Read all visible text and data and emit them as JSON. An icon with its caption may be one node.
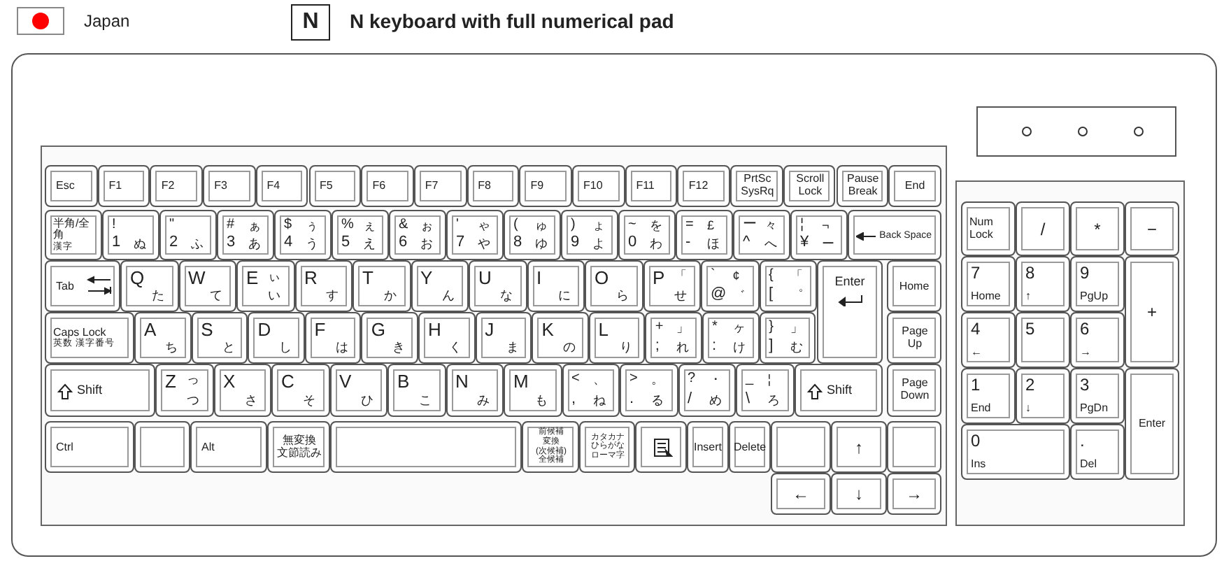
{
  "diagram": {
    "nodes": [
      {
        "text": [
          "N"
        ]
      },
      {
        "text": [],
        "shape": "box"
      },
      {
        "text": [
          "Esc"
        ],
        "in": 1
      },
      {
        "text": [
          "F1"
        ],
        "in": 1
      },
      {
        "text": [
          "F2"
        ],
        "in": 1
      },
      {
        "text": [
          "F3"
        ],
        "in": 1
      },
      {
        "text": [
          "F4"
        ],
        "in": 1
      },
      {
        "text": [
          "F5"
        ],
        "in": 1
      },
      {
        "text": [
          "F6"
        ],
        "in": 1
      },
      {
        "text": [
          "F7"
        ],
        "in": 1
      },
      {
        "text": [
          "F8"
        ],
        "in": 1
      },
      {
        "text": [
          "F9"
        ],
        "in": 1
      },
      {
        "text": [
          "F10"
        ],
        "in": 1
      },
      {
        "text": [
          "F11"
        ],
        "in": 1
      },
      {
        "text": [
          "F12"
        ],
        "in": 1
      },
      {
        "text": [
          "PrtSc",
          "SysRq"
        ],
        "in": 1
      },
      {
        "text": [
          "Scroll Lock"
        ],
        "in": 1
      },
      {
        "text": [
          "Pause",
          "Break"
        ],
        "in": 1
      },
      {
        "text": [
          "End"
        ],
        "in": 1
      },
      {
        "text": [
          "半角/全角",
          "漢字"
        ],
        "in": 1
      },
      {
        "text": [
          "!",
          "1",
          "ぬ"
        ],
        "in": 1
      },
      {
        "text": [
          "\"",
          "2",
          "ふ"
        ],
        "in": 1
      },
      {
        "text": [
          "#",
          "ぁ",
          "3",
          "あ"
        ],
        "in": 1
      },
      {
        "text": [
          "$",
          "ぅ",
          "4",
          "う"
        ],
        "in": 1
      },
      {
        "text": [
          "%",
          "ぇ",
          "5",
          "え"
        ],
        "in": 1
      },
      {
        "text": [
          "&",
          "ぉ",
          "6",
          "お"
        ],
        "in": 1
      },
      {
        "text": [
          "'",
          "ゃ",
          "7",
          "や"
        ],
        "in": 1
      },
      {
        "text": [
          "(",
          "ゅ",
          "8",
          "ゆ"
        ],
        "in": 1
      },
      {
        "text": [
          ")",
          "ょ",
          "9",
          "よ"
        ],
        "in": 1
      },
      {
        "text": [
          "~",
          "を",
          "0",
          "わ"
        ],
        "in": 1
      },
      {
        "text": [
          "=",
          "£",
          "-",
          "ほ"
        ],
        "in": 1
      },
      {
        "text": [
          "ー",
          "々",
          "^",
          "へ"
        ],
        "in": 1
      },
      {
        "text": [
          "¦",
          "¬",
          "¥",
          "ー"
        ],
        "in": 1
      },
      {
        "text": [
          "Back Space"
        ],
        "in": 1
      },
      {
        "text": [
          "Tab"
        ],
        "in": 1
      },
      {
        "text": [
          "Q",
          "た"
        ],
        "in": 1
      },
      {
        "text": [
          "W",
          "て"
        ],
        "in": 1
      },
      {
        "text": [
          "E",
          "ぃ",
          "い"
        ],
        "in": 1
      },
      {
        "text": [
          "R",
          "す"
        ],
        "in": 1
      },
      {
        "text": [
          "T",
          "か"
        ],
        "in": 1
      },
      {
        "text": [
          "Y",
          "ん"
        ],
        "in": 1
      },
      {
        "text": [
          "U",
          "な"
        ],
        "in": 1
      },
      {
        "text": [
          "I",
          "に"
        ],
        "in": 1
      },
      {
        "text": [
          "O",
          "ら"
        ],
        "in": 1
      },
      {
        "text": [
          "P",
          "「",
          "せ"
        ],
        "in": 1
      },
      {
        "text": [
          "`",
          "¢",
          "@",
          "゛"
        ],
        "in": 1
      },
      {
        "text": [
          "{",
          "「",
          "[",
          "゜"
        ],
        "in": 1
      },
      {
        "text": [
          "Enter"
        ],
        "in": 1
      },
      {
        "text": [
          "Home"
        ],
        "in": 1
      },
      {
        "text": [
          "Caps Lock",
          "英数 漢字番号"
        ],
        "in": 1
      },
      {
        "text": [
          "A",
          "ち"
        ],
        "in": 1
      },
      {
        "text": [
          "S",
          "と"
        ],
        "in": 1
      },
      {
        "text": [
          "D",
          "し"
        ],
        "in": 1
      },
      {
        "text": [
          "F",
          "は"
        ],
        "in": 1
      },
      {
        "text": [
          "G",
          "き"
        ],
        "in": 1
      },
      {
        "text": [
          "H",
          "く"
        ],
        "in": 1
      },
      {
        "text": [
          "J",
          "ま"
        ],
        "in": 1
      },
      {
        "text": [
          "K",
          "の"
        ],
        "in": 1
      },
      {
        "text": [
          "L",
          "り"
        ],
        "in": 1
      },
      {
        "text": [
          "+",
          "」",
          ";",
          "れ"
        ],
        "in": 1
      },
      {
        "text": [
          "*",
          "ヶ",
          ":",
          "け"
        ],
        "in": 1
      },
      {
        "text": [
          "}",
          "」",
          "]",
          "む"
        ],
        "in": 1
      },
      {
        "text": [
          "Page Up"
        ],
        "in": 1
      },
      {
        "text": [
          "Shift"
        ],
        "in": 1
      },
      {
        "text": [
          "Z",
          "っ",
          "つ"
        ],
        "in": 1
      },
      {
        "text": [
          "X",
          "さ"
        ],
        "in": 1
      },
      {
        "text": [
          "C",
          "そ"
        ],
        "in": 1
      },
      {
        "text": [
          "V",
          "ひ"
        ],
        "in": 1
      },
      {
        "text": [
          "B",
          "こ"
        ],
        "in": 1
      },
      {
        "text": [
          "N",
          "み"
        ],
        "in": 1
      },
      {
        "text": [
          "M",
          "も"
        ],
        "in": 1
      },
      {
        "text": [
          "<",
          "、",
          ",",
          "ね"
        ],
        "in": 1
      },
      {
        "text": [
          ">",
          "。",
          ".",
          "る"
        ],
        "in": 1
      },
      {
        "text": [
          "?",
          "・",
          "/",
          "め"
        ],
        "in": 1
      },
      {
        "text": [
          "_",
          "¦",
          "\\",
          "ろ"
        ],
        "in": 1
      },
      {
        "text": [
          "Shift"
        ],
        "in": 1
      },
      {
        "text": [
          "Page Down"
        ],
        "in": 1
      },
      {
        "text": [
          "Ctrl"
        ],
        "in": 1
      },
      {
        "text": [],
        "shape": "box",
        "in": 1
      },
      {
        "text": [
          "Alt"
        ],
        "in": 1
      },
      {
        "text": [
          "無変換",
          "文節読み"
        ],
        "in": 1
      },
      {
        "text": [],
        "shape": "box",
        "in": 1
      },
      {
        "text": [
          "前候補",
          "変換",
          "(次候補)",
          "全候補"
        ],
        "in": 1
      },
      {
        "text": [
          "カタカナ",
          "ひらがな",
          "ローマ字"
        ],
        "in": 1
      },
      {
        "text": [],
        "shape": "box",
        "in": 1
      },
      {
        "text": [
          "Insert"
        ],
        "in": 1
      },
      {
        "text": [
          "Delete"
        ],
        "in": 1
      },
      {
        "text": [],
        "shape": "box",
        "in": 1
      },
      {
        "text": [
          "↑"
        ],
        "in": 1
      },
      {
        "text": [],
        "shape": "box",
        "in": 1
      },
      {
        "text": [
          "←"
        ],
        "in": 1
      },
      {
        "text": [
          "↓"
        ],
        "in": 1
      },
      {
        "text": [
          "→"
        ],
        "in": 1
      },
      {
        "text": [
          "Num Lock"
        ],
        "in": 1
      },
      {
        "text": [
          "/"
        ],
        "in": 1
      },
      {
        "text": [
          "*"
        ],
        "in": 1
      },
      {
        "text": [
          "−"
        ],
        "in": 1
      },
      {
        "text": [
          "7",
          "Home"
        ],
        "in": 1
      },
      {
        "text": [
          "8",
          "↑"
        ],
        "in": 1
      },
      {
        "text": [
          "9",
          "PgUp"
        ],
        "in": 1
      },
      {
        "text": [
          "+"
        ],
        "in": 1
      },
      {
        "text": [
          "4",
          "←"
        ],
        "in": 1
      },
      {
        "text": [
          "5"
        ],
        "in": 1
      },
      {
        "text": [
          "6",
          "→"
        ],
        "in": 1
      },
      {
        "text": [
          "1",
          "End"
        ],
        "in": 1
      },
      {
        "text": [
          "2",
          "↓"
        ],
        "in": 1
      },
      {
        "text": [
          "3",
          "PgDn"
        ],
        "in": 1
      },
      {
        "text": [
          "Enter"
        ],
        "in": 1
      },
      {
        "text": [
          "0",
          "Ins"
        ],
        "in": 1
      },
      {
        "text": [
          ".",
          "Del"
        ],
        "in": 1
      }
    ],
    "labels": [
      "Japan",
      "N keyboard with full numerical pad"
    ]
  }
}
